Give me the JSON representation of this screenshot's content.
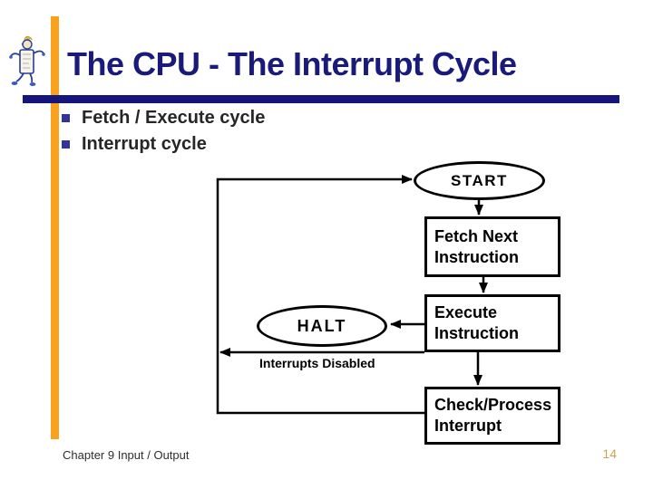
{
  "slide": {
    "title": "The CPU - The Interrupt Cycle",
    "bullets": [
      "Fetch / Execute cycle",
      "Interrupt cycle"
    ],
    "footer_left": "Chapter 9 Input / Output",
    "page_number": "14"
  },
  "flowchart": {
    "nodes": {
      "start": {
        "shape": "oval",
        "label": "START"
      },
      "fetch": {
        "shape": "rect",
        "line1": "Fetch Next",
        "line2": "Instruction"
      },
      "execute": {
        "shape": "rect",
        "line1": "Execute",
        "line2": "Instruction"
      },
      "halt": {
        "shape": "oval",
        "label": "HALT"
      },
      "check": {
        "shape": "rect",
        "line1": "Check/Process",
        "line2": "Interrupt"
      }
    },
    "edges": [
      {
        "from": "start",
        "to": "fetch"
      },
      {
        "from": "fetch",
        "to": "execute"
      },
      {
        "from": "execute",
        "to": "halt"
      },
      {
        "from": "execute",
        "to": "loop-line",
        "label": "Interrupts Disabled"
      },
      {
        "from": "execute",
        "to": "check"
      },
      {
        "from": "check",
        "to": "start",
        "note": "loop back"
      }
    ],
    "edge_label": "Interrupts Disabled"
  },
  "colors": {
    "accent_bar": "#FAA21E",
    "title_navy": "#1A1A7C",
    "rule_navy": "#15157B",
    "bullet_square": "#333399",
    "flowchart_stroke": "#000000",
    "page_number_gold": "#C9A35B"
  },
  "icons": {
    "mascot": "walking-scroll-mascot-icon"
  }
}
